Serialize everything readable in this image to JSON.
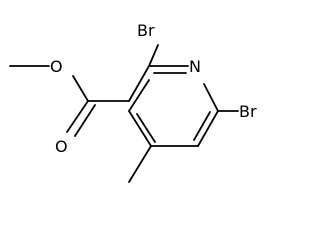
{
  "molecule": {
    "atoms": {
      "br_top": "Br",
      "n_ring": "N",
      "br_right": "Br",
      "o_ether": "O",
      "o_carbonyl": "O"
    }
  },
  "colors": {
    "bond": "#000000",
    "label": "#000000",
    "background": "#ffffff"
  }
}
